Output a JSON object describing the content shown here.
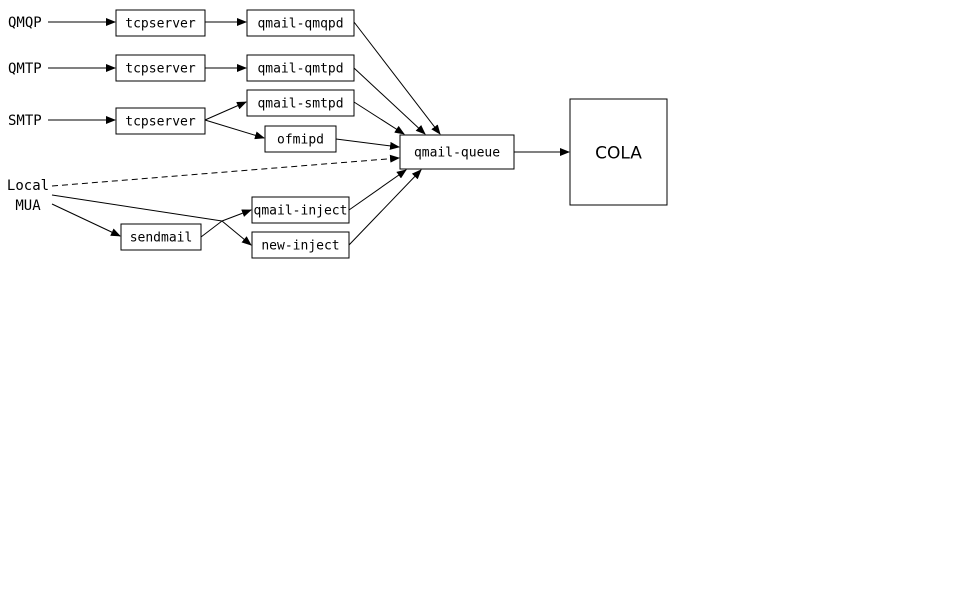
{
  "sources": {
    "qmqp": "QMQP",
    "qmtp": "QMTP",
    "smtp": "SMTP",
    "local_line1": "Local",
    "local_line2": "MUA"
  },
  "nodes": {
    "tcpserver_qmqp": "tcpserver",
    "tcpserver_qmtp": "tcpserver",
    "tcpserver_smtp": "tcpserver",
    "qmail_qmqpd": "qmail-qmqpd",
    "qmail_qmtpd": "qmail-qmtpd",
    "qmail_smtpd": "qmail-smtpd",
    "ofmipd": "ofmipd",
    "sendmail": "sendmail",
    "qmail_inject": "qmail-inject",
    "new_inject": "new-inject",
    "qmail_queue": "qmail-queue",
    "cola": "COLA"
  }
}
